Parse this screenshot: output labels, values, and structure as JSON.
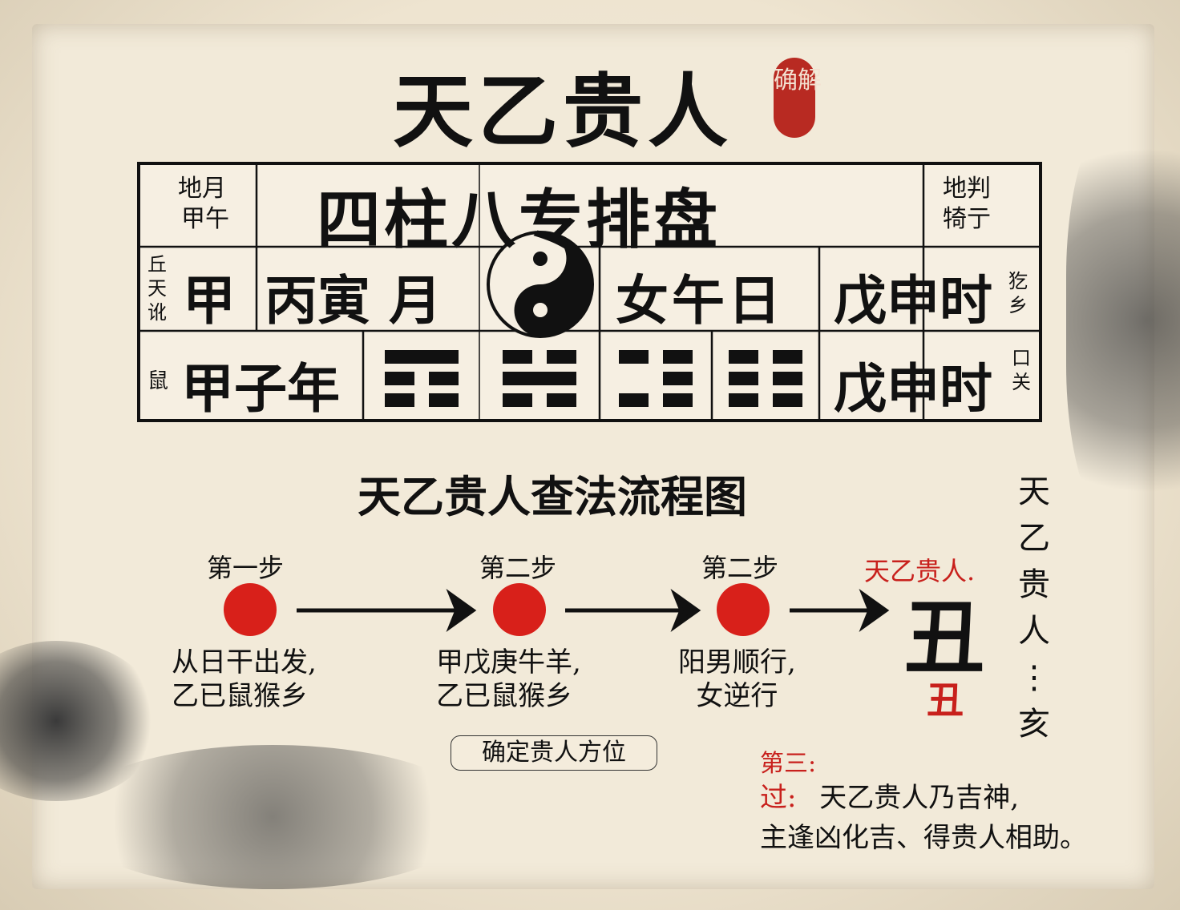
{
  "title": "天乙贵人",
  "seal": "确解",
  "table": {
    "header_left": [
      "地月",
      "甲午"
    ],
    "header_title": "四柱八专排盘",
    "header_right": [
      "地判",
      "犄亍"
    ],
    "row2": {
      "side_small": [
        "丘",
        "天",
        "讹"
      ],
      "gan": "甲",
      "month": "丙寅 月",
      "day": "女午日",
      "hour": "戊申时",
      "side_right": [
        "犵",
        "乡"
      ]
    },
    "row3": {
      "side_small": "鼠",
      "year": "甲子年",
      "hour": "戊申时",
      "side_right": [
        "口",
        "关"
      ]
    },
    "trigrams": [
      [
        "solid",
        "broken",
        "broken"
      ],
      [
        "broken",
        "solid",
        "broken"
      ],
      [
        "broken",
        "right-only",
        "broken"
      ],
      [
        "broken",
        "broken",
        "broken"
      ]
    ]
  },
  "flow": {
    "title": "天乙贵人查法流程图",
    "steps": [
      {
        "label": "第一步",
        "desc": [
          "从日干出发,",
          "乙已鼠猴乡"
        ]
      },
      {
        "label": "第二步",
        "desc": [
          "甲戊庚牛羊,",
          "乙已鼠猴乡"
        ]
      },
      {
        "label": "第二步",
        "desc": [
          "阳男顺行,",
          "女逆行"
        ]
      }
    ],
    "result": {
      "label": "天乙贵人.",
      "big": "丑",
      "small": "丑"
    },
    "vertical": [
      "天",
      "乙",
      "贵",
      "人",
      "⋮",
      "亥"
    ],
    "button": "确定贵人方位"
  },
  "note": {
    "heading": "第三:",
    "prefix": "过:",
    "line1": "天乙贵人乃吉神,",
    "line2": "主逢凶化吉、得贵人相助。"
  },
  "colors": {
    "red": "#d8201a",
    "ink": "#111111",
    "paper": "#f2ead9"
  }
}
